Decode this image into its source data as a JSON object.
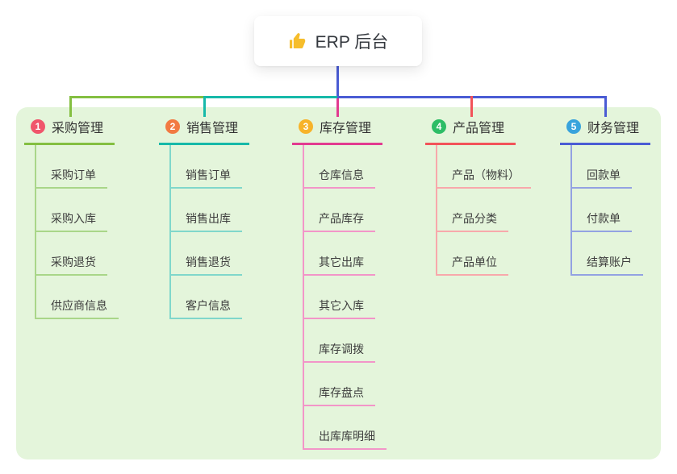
{
  "root": {
    "label": "ERP 后台",
    "icon": "thumbs-up-icon",
    "icon_color": "#f6bd2b"
  },
  "palette": {
    "green": "#84bf41",
    "teal": "#16b9a9",
    "magenta": "#e23a90",
    "red": "#f25359",
    "blue": "#4a5cd4"
  },
  "panel_background": "#e4f5db",
  "branches": [
    {
      "index": "1",
      "label": "采购管理",
      "color": "#84bf41",
      "light_color": "#a9d689",
      "badge_color": "#f0566c",
      "items": [
        "采购订单",
        "采购入库",
        "采购退货",
        "供应商信息"
      ]
    },
    {
      "index": "2",
      "label": "销售管理",
      "color": "#16b9a9",
      "light_color": "#80d7cb",
      "badge_color": "#f27a42",
      "items": [
        "销售订单",
        "销售出库",
        "销售退货",
        "客户信息"
      ]
    },
    {
      "index": "3",
      "label": "库存管理",
      "color": "#e23a90",
      "light_color": "#f295c8",
      "badge_color": "#f7b32a",
      "items": [
        "仓库信息",
        "产品库存",
        "其它出库",
        "其它入库",
        "库存调拨",
        "库存盘点",
        "出库库明细"
      ]
    },
    {
      "index": "4",
      "label": "产品管理",
      "color": "#f25359",
      "light_color": "#f8a8ab",
      "badge_color": "#2dbd66",
      "items": [
        "产品（物料）",
        "产品分类",
        "产品单位"
      ]
    },
    {
      "index": "5",
      "label": "财务管理",
      "color": "#4a5cd4",
      "light_color": "#93a2e2",
      "badge_color": "#38a3dc",
      "items": [
        "回款单",
        "付款单",
        "结算账户"
      ]
    }
  ]
}
